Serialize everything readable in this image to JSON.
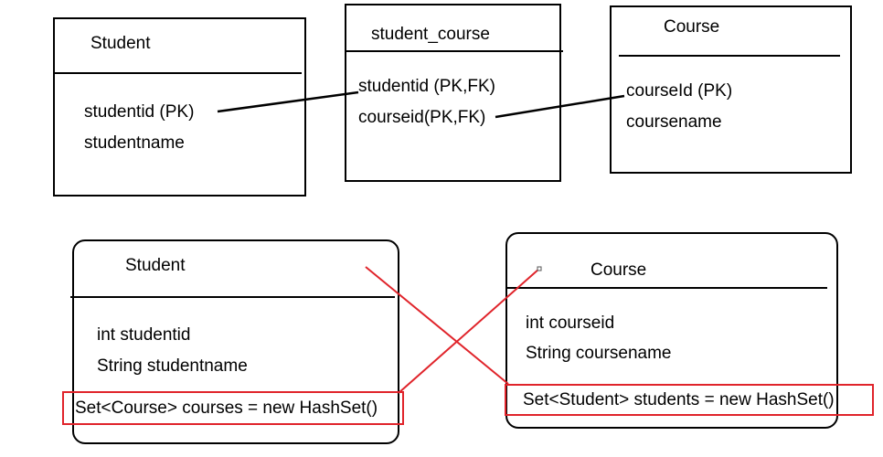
{
  "er": {
    "student": {
      "title": "Student",
      "attrs": [
        "studentid   (PK)",
        "studentname"
      ]
    },
    "student_course": {
      "title": "student_course",
      "attrs": [
        "studentid   (PK,FK)",
        "courseid(PK,FK)"
      ]
    },
    "course": {
      "title": "Course",
      "attrs": [
        "courseId   (PK)",
        "coursename"
      ]
    }
  },
  "classes": {
    "student": {
      "title": "Student",
      "fields": [
        "int studentid",
        "String studentname"
      ],
      "collection": "Set<Course> courses = new HashSet()"
    },
    "course": {
      "title": "Course",
      "fields": [
        "int courseid",
        "String coursename"
      ],
      "collection": "Set<Student> students  = new HashSet()"
    }
  },
  "colors": {
    "line": "#000000",
    "highlight": "#e0242b"
  }
}
